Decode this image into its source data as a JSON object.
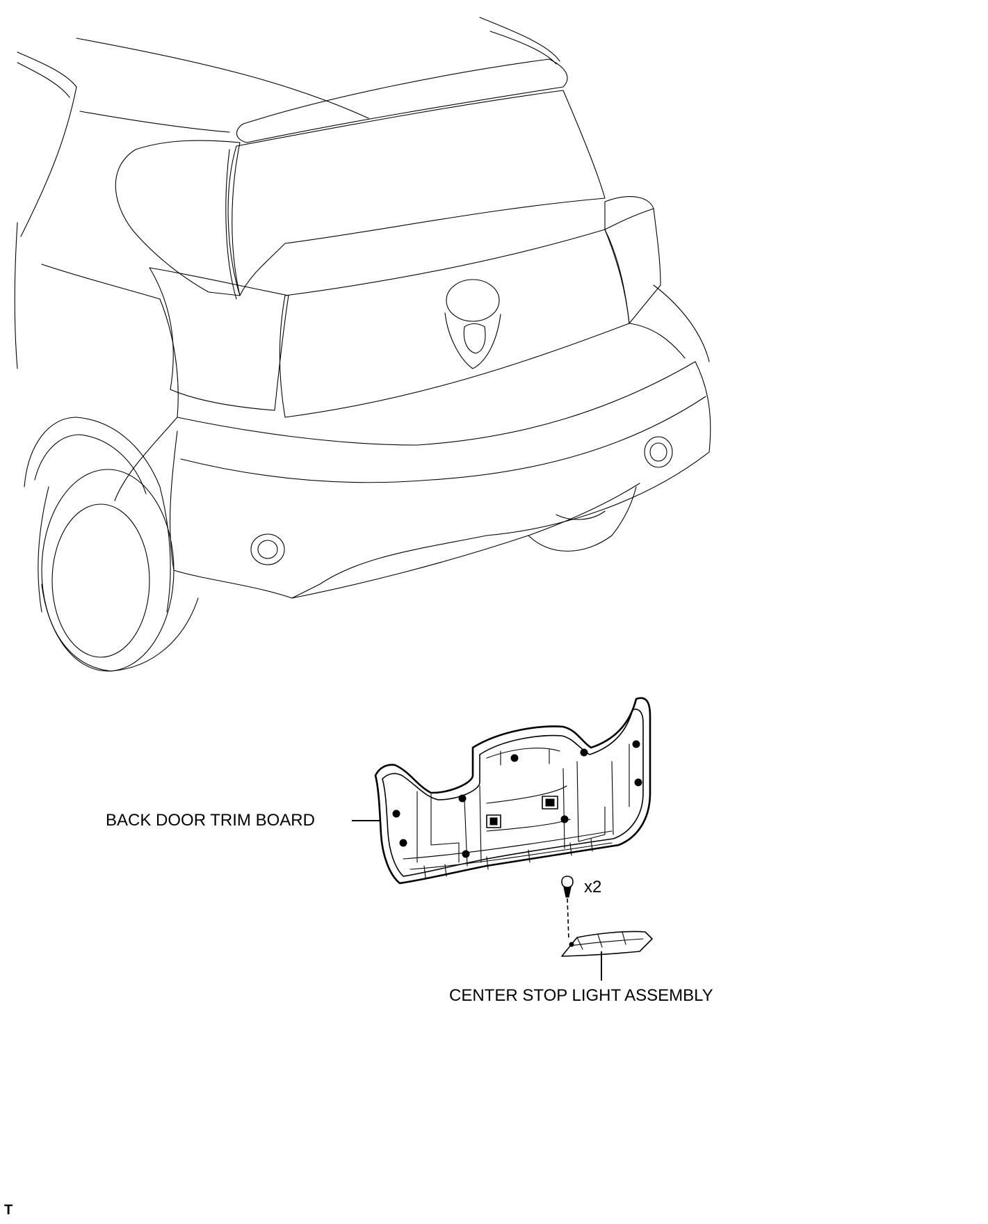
{
  "labels": {
    "trim_board": "BACK DOOR TRIM BOARD",
    "stop_light": "CENTER STOP LIGHT ASSEMBLY",
    "clip_qty": "x2",
    "corner_mark": "T"
  },
  "icons": {
    "vehicle": "vehicle-rear-outline-icon",
    "trim_board": "back-door-trim-board-icon",
    "clip": "clip-icon",
    "stop_light": "center-stop-light-icon"
  }
}
